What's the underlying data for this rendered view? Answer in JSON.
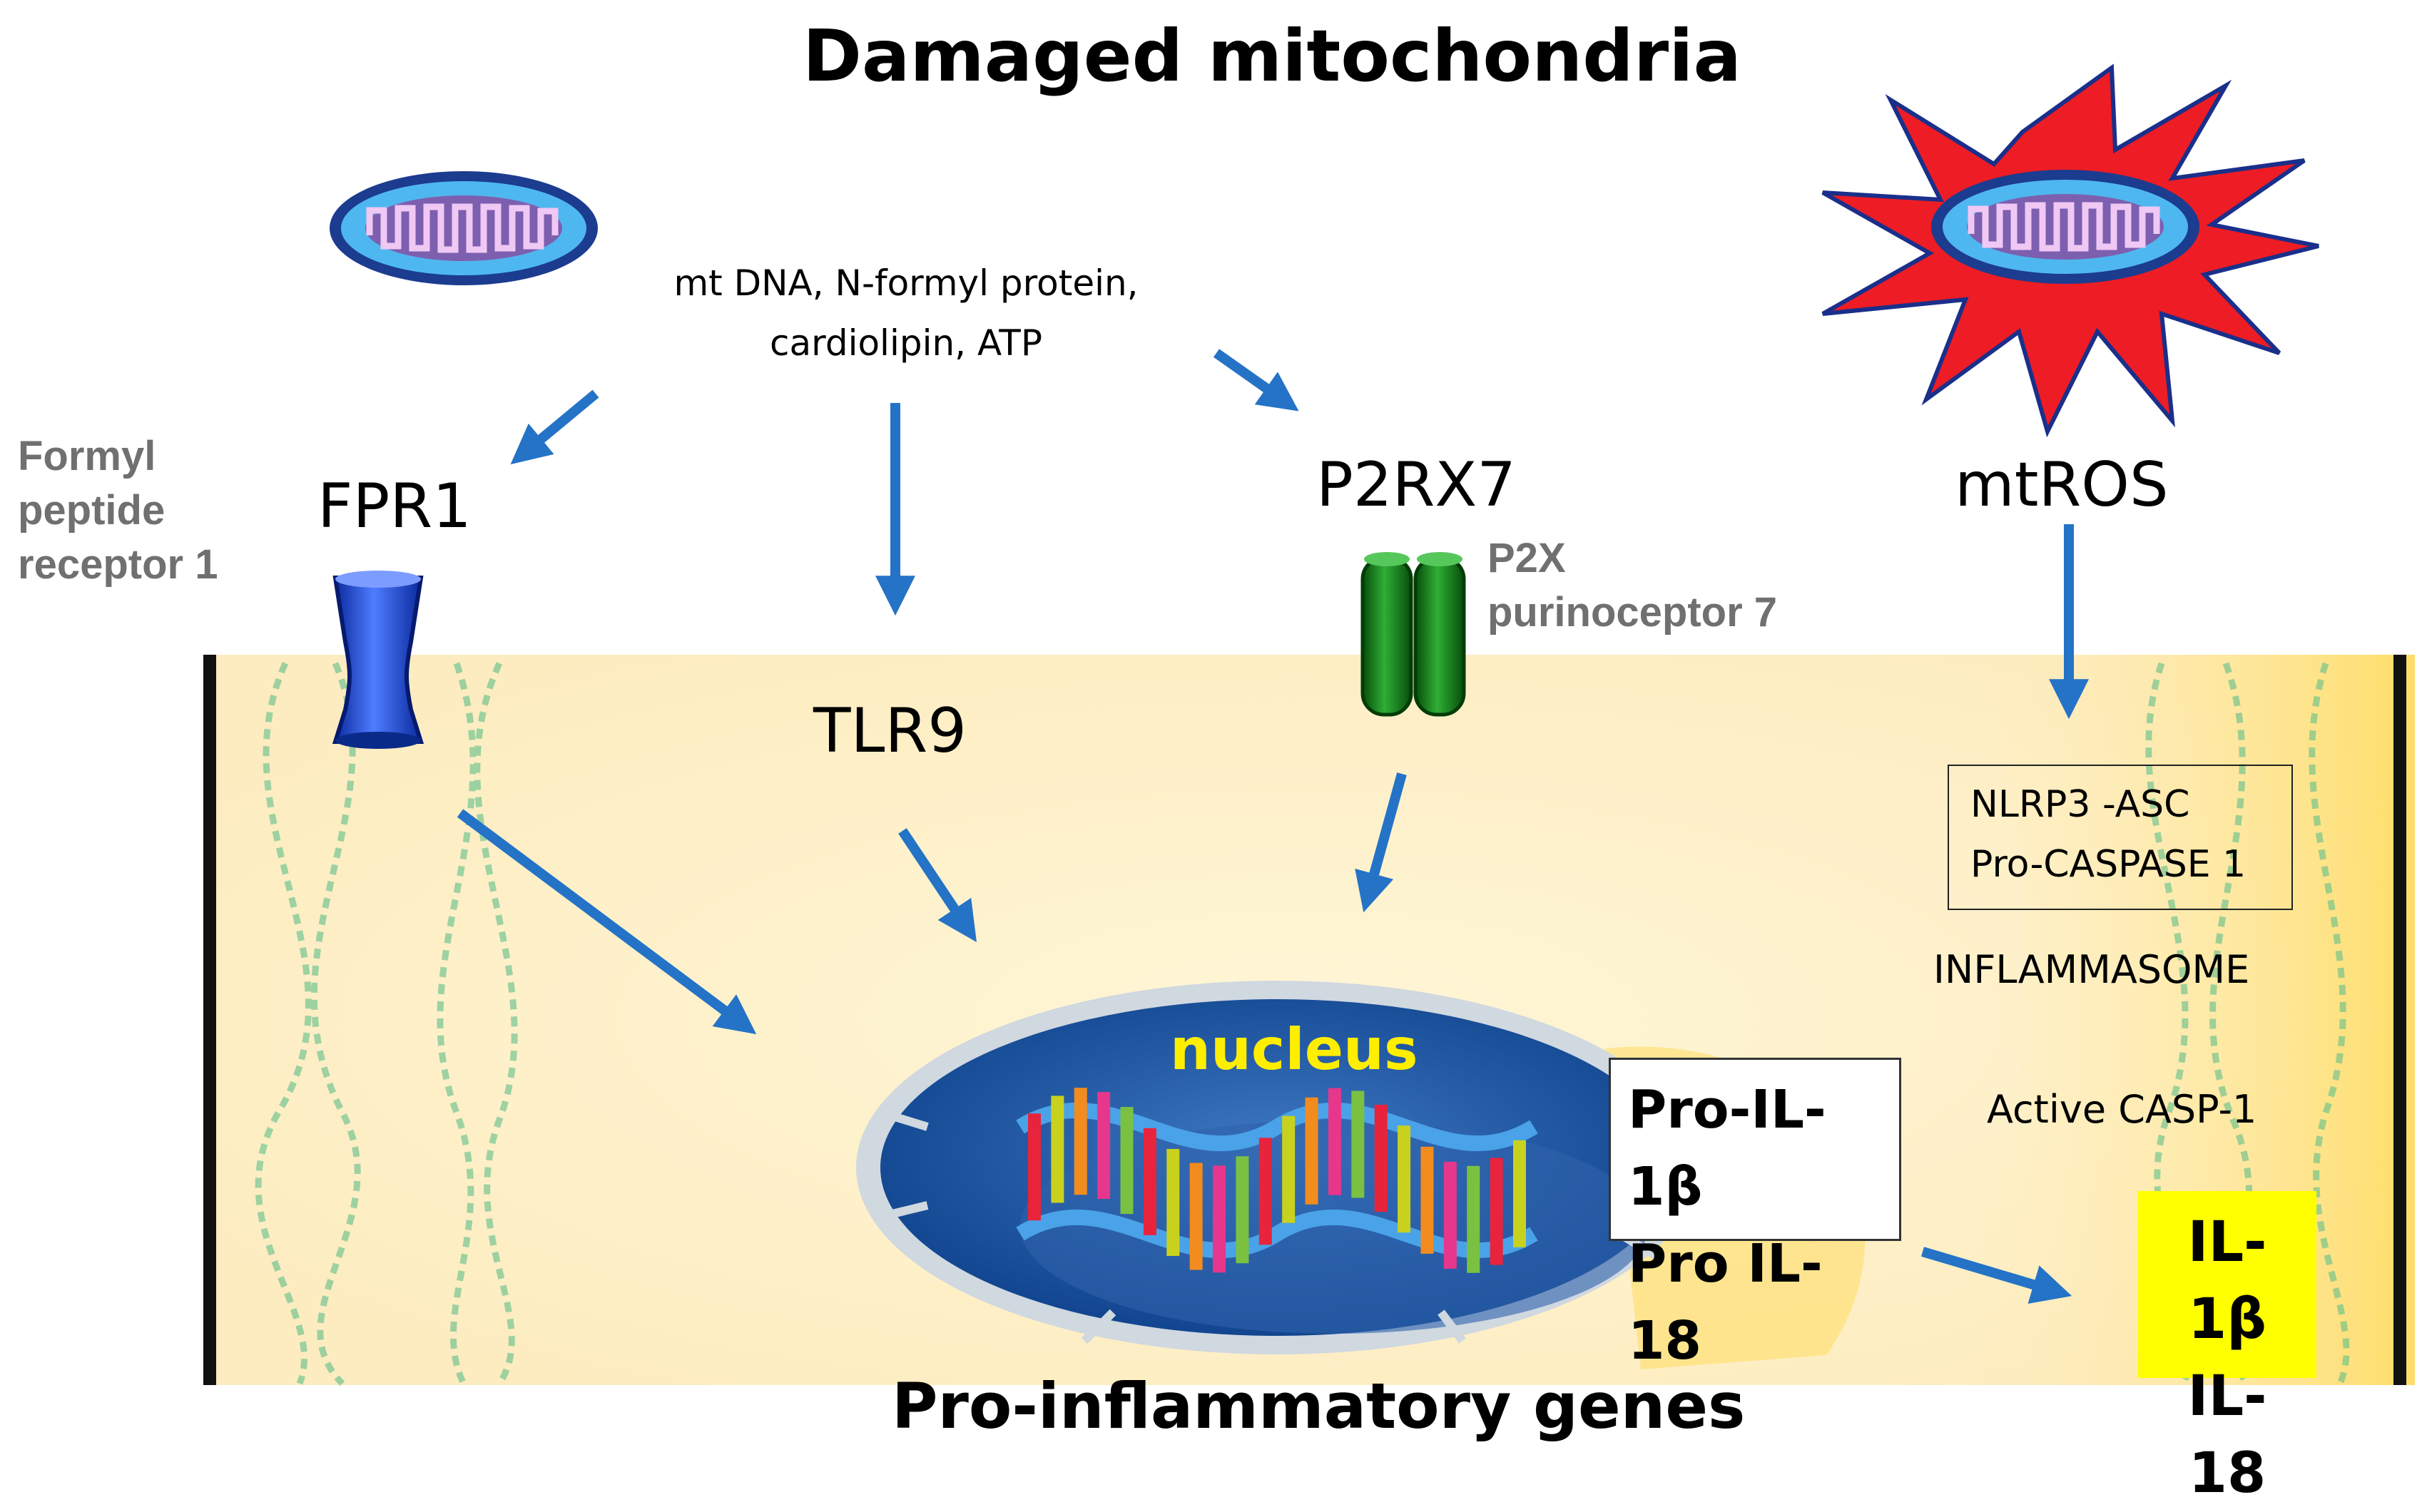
{
  "title": "Damaged mitochondria",
  "footer": "Pro-inflammatory genes",
  "mediators": [
    "mt DNA, N-formyl protein,",
    "cardiolipin, ATP"
  ],
  "receptors": {
    "fpr1": {
      "name": "FPR1",
      "full": [
        "Formyl",
        "peptide",
        "receptor 1"
      ]
    },
    "tlr9": {
      "name": "TLR9"
    },
    "p2rx7": {
      "name": "P2RX7",
      "full": [
        "P2X",
        "purinoceptor 7"
      ]
    },
    "mtros": {
      "name": "mtROS"
    }
  },
  "inflammasome": {
    "components": [
      "NLRP3 -ASC",
      "Pro-CASPASE 1"
    ],
    "label": "INFLAMMASOME",
    "active": "Active CASP-1"
  },
  "nucleus": {
    "label": "nucleus"
  },
  "pro_cytokines": [
    "Pro-IL-1β",
    "Pro IL-18"
  ],
  "cytokines": [
    "IL-1β",
    "IL-18"
  ],
  "colors": {
    "arrow": "#2473c6",
    "cell": "#fdf0c8",
    "membrane": "#111111",
    "cytokine_box": "#ffff00",
    "nucleus_label": "#ffee00",
    "fpr1": "#1d3fc4",
    "p2rx7": "#0e7e12",
    "mtros_burst": "#ee1c24",
    "receptor_note": "#707070"
  },
  "icons": [
    "mitochondrion-icon",
    "ros-burst-icon",
    "fpr1-receptor-icon",
    "p2rx7-channel-icon",
    "dna-helix-icon"
  ]
}
